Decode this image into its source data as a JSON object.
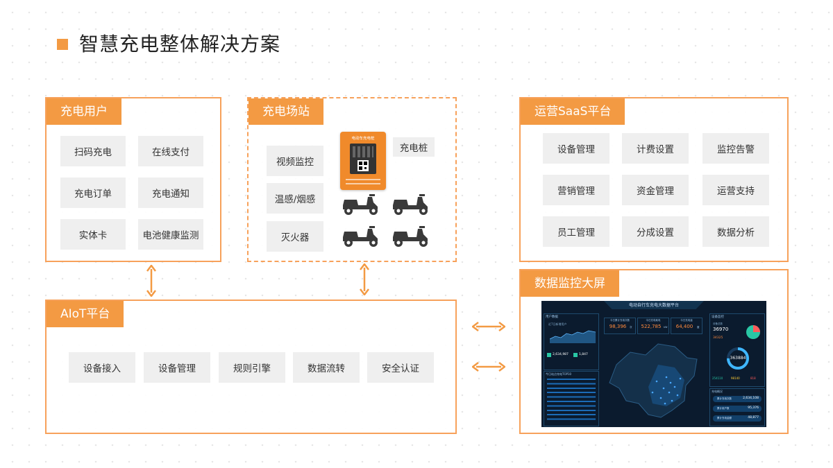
{
  "page": {
    "title": "智慧充电整体解决方案"
  },
  "colors": {
    "accent": "#f39a43",
    "border": "#f7a15a",
    "box": "#efefef",
    "screen_bg": "#0b1b2e"
  },
  "user_panel": {
    "title": "充电用户",
    "items": [
      "扫码充电",
      "在线支付",
      "充电订单",
      "充电通知",
      "实体卡",
      "电池健康监测"
    ]
  },
  "station_panel": {
    "title": "充电场站",
    "items": [
      "视频监控",
      "温感/烟感",
      "灭火器"
    ],
    "pile_label": "充电桩",
    "pile_sign": "电动车充电桩"
  },
  "saas_panel": {
    "title": "运营SaaS平台",
    "items": [
      "设备管理",
      "计费设置",
      "监控告警",
      "营销管理",
      "资金管理",
      "运营支持",
      "员工管理",
      "分成设置",
      "数据分析"
    ]
  },
  "aiot_panel": {
    "title": "AIoT平台",
    "items": [
      "设备接入",
      "设备管理",
      "规则引擎",
      "数据流转",
      "安全认证"
    ]
  },
  "screen_panel": {
    "title": "数据监控大屏",
    "dashboard": {
      "title": "电动自行车充电大数据平台",
      "left_title": "用户数据",
      "left_sub": "近7日新增用户",
      "stat_a": "2,634,987",
      "stat_b": "1,847",
      "rank_title": "今日站点充电TOP10",
      "kpi": [
        {
          "label": "今日累计充电次数",
          "value": "98,396",
          "unit": "次"
        },
        {
          "label": "今日充电耗电",
          "value": "522,785",
          "unit": "kW"
        },
        {
          "label": "今日充电量",
          "value": "64,400",
          "unit": "度"
        }
      ],
      "right_title": "设备监控",
      "right_sub": "设备总数",
      "dev_total": "36970",
      "dev_online": "34325",
      "ring_value": "363884",
      "ring_a": "254110",
      "ring_b": "98140",
      "ring_c": "818",
      "overview_title": "充电概况",
      "overview": [
        {
          "label": "累计充电次数",
          "value": "2,634,108"
        },
        {
          "label": "累计用户数",
          "value": "95,376"
        },
        {
          "label": "累计充电金额",
          "value": "48,877"
        }
      ]
    }
  }
}
